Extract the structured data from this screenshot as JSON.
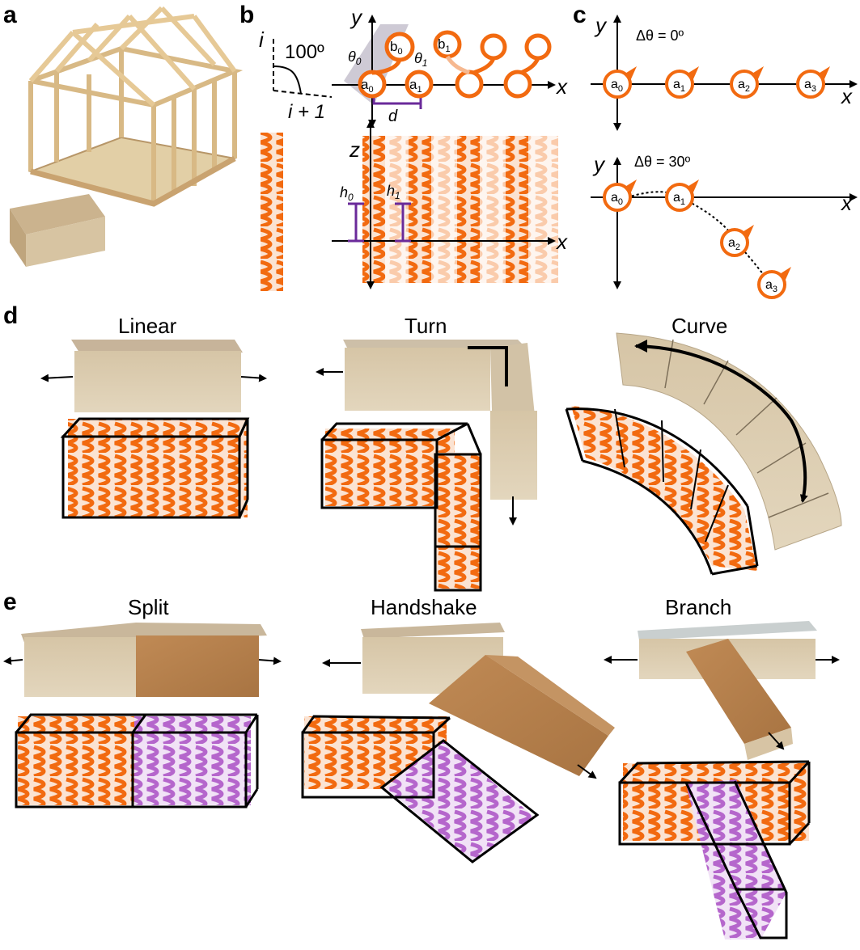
{
  "colors": {
    "helix_orange": "#f26a10",
    "helix_purple": "#b566cc",
    "wood_light": "#d9c6a4",
    "wood_dark": "#b48252",
    "line_purple": "#6a2a9a"
  },
  "panels": {
    "a": {
      "letter": "a"
    },
    "b": {
      "letter": "b",
      "angle": "100º",
      "i": "i",
      "i1": "i + 1",
      "theta0": "θ",
      "theta0_sub": "0",
      "theta1": "θ",
      "theta1_sub": "1",
      "b0": "b",
      "b0_sub": "0",
      "b1": "b",
      "b1_sub": "1",
      "a0": "a",
      "a0_sub": "0",
      "a1": "a",
      "a1_sub": "1",
      "d": "d",
      "h0": "h",
      "h0_sub": "0",
      "h1": "h",
      "h1_sub": "1",
      "axis_x": "x",
      "axis_y": "y",
      "axis_z": "z",
      "axis_x2": "x"
    },
    "c": {
      "letter": "c",
      "top_label": "Δθ = 0º",
      "bottom_label": "Δθ = 30º",
      "axis_x": "x",
      "axis_y": "y",
      "nodes_top": [
        {
          "base": "a",
          "sub": "0"
        },
        {
          "base": "a",
          "sub": "1"
        },
        {
          "base": "a",
          "sub": "2"
        },
        {
          "base": "a",
          "sub": "3"
        }
      ],
      "nodes_bottom": [
        {
          "base": "a",
          "sub": "0"
        },
        {
          "base": "a",
          "sub": "1"
        },
        {
          "base": "a",
          "sub": "2"
        },
        {
          "base": "a",
          "sub": "3"
        }
      ]
    },
    "d": {
      "letter": "d",
      "titles": [
        "Linear",
        "Turn",
        "Curve"
      ]
    },
    "e": {
      "letter": "e",
      "titles": [
        "Split",
        "Handshake",
        "Branch"
      ]
    }
  }
}
